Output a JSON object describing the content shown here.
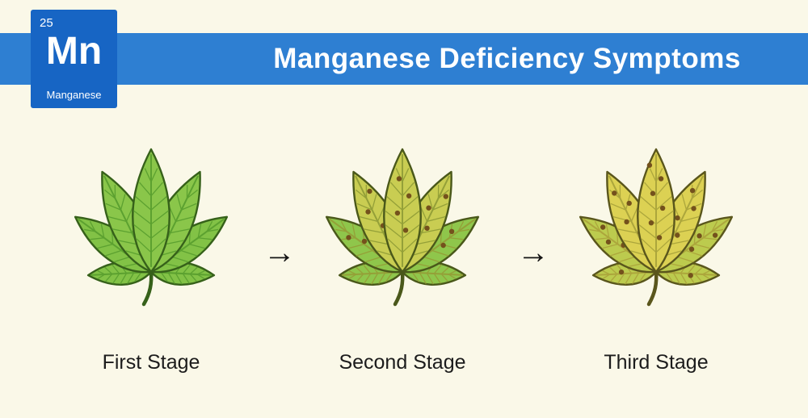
{
  "background_color": "#FAF8E8",
  "header": {
    "title": "Manganese Deficiency Symptoms",
    "banner_color": "#2E7FD2",
    "text_color": "#FFFFFF"
  },
  "element_tile": {
    "atomic_number": "25",
    "symbol": "Mn",
    "name": "Manganese",
    "tile_color": "#1765C4",
    "text_color": "#FFFFFF"
  },
  "arrow_glyph": "→",
  "spot_color": "#74511C",
  "stages": [
    {
      "label": "First Stage",
      "fill_center": "#8AC64A",
      "fill_outer": "#82C246",
      "stroke": "#36611A",
      "vein": "#5CA130",
      "spot_positions": {}
    },
    {
      "label": "Second Stage",
      "fill_center": "#C9CD52",
      "fill_outer": "#8FC64B",
      "stroke": "#4A581A",
      "vein": "#94A038",
      "spot_positions": {
        "2": [
          0.52,
          0.68
        ],
        "3": [
          0.52,
          0.68
        ],
        "4": [
          0.45,
          0.62,
          0.78
        ],
        "5": [
          0.45,
          0.62,
          0.78
        ],
        "6": [
          0.34,
          0.48,
          0.62,
          0.76
        ]
      }
    },
    {
      "label": "Third Stage",
      "fill_center": "#DCD153",
      "fill_outer": "#BCCB4E",
      "stroke": "#5A561C",
      "vein": "#ACA63C",
      "spot_positions": {
        "0": [
          0.55
        ],
        "1": [
          0.55
        ],
        "2": [
          0.45,
          0.6,
          0.74
        ],
        "3": [
          0.45,
          0.6,
          0.74
        ],
        "4": [
          0.38,
          0.52,
          0.66,
          0.8
        ],
        "5": [
          0.38,
          0.52,
          0.66,
          0.8
        ],
        "6": [
          0.28,
          0.4,
          0.52,
          0.64,
          0.76,
          0.87
        ]
      }
    }
  ]
}
